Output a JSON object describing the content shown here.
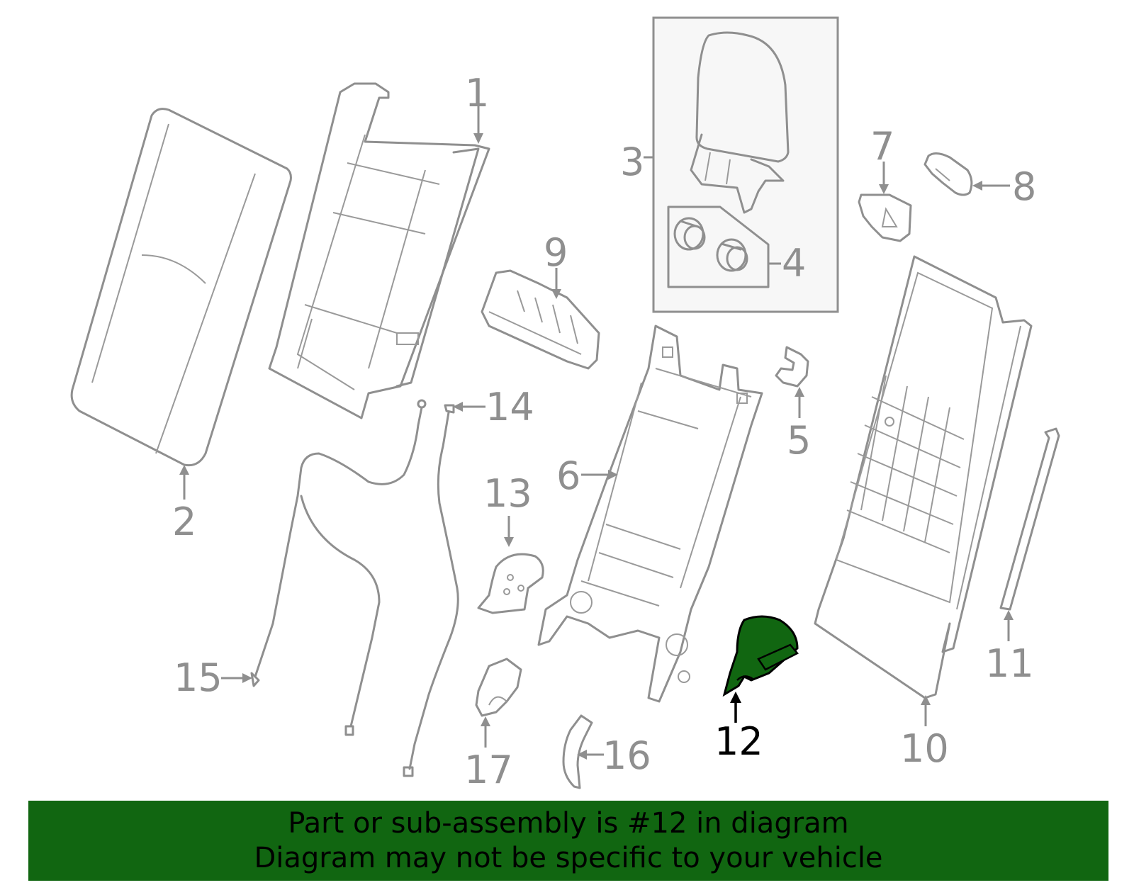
{
  "diagram": {
    "labels": [
      "1",
      "2",
      "3",
      "4",
      "5",
      "6",
      "7",
      "8",
      "9",
      "10",
      "11",
      "12",
      "13",
      "14",
      "15",
      "16",
      "17"
    ],
    "highlighted_part": "12",
    "colors": {
      "part_stroke": "#8f8f8f",
      "highlight_fill": "#116611",
      "banner_bg": "#116611",
      "text": "#000000"
    }
  },
  "banner": {
    "line1": "Part or sub-assembly is #12 in diagram",
    "line2": "Diagram may not be specific to your vehicle"
  }
}
